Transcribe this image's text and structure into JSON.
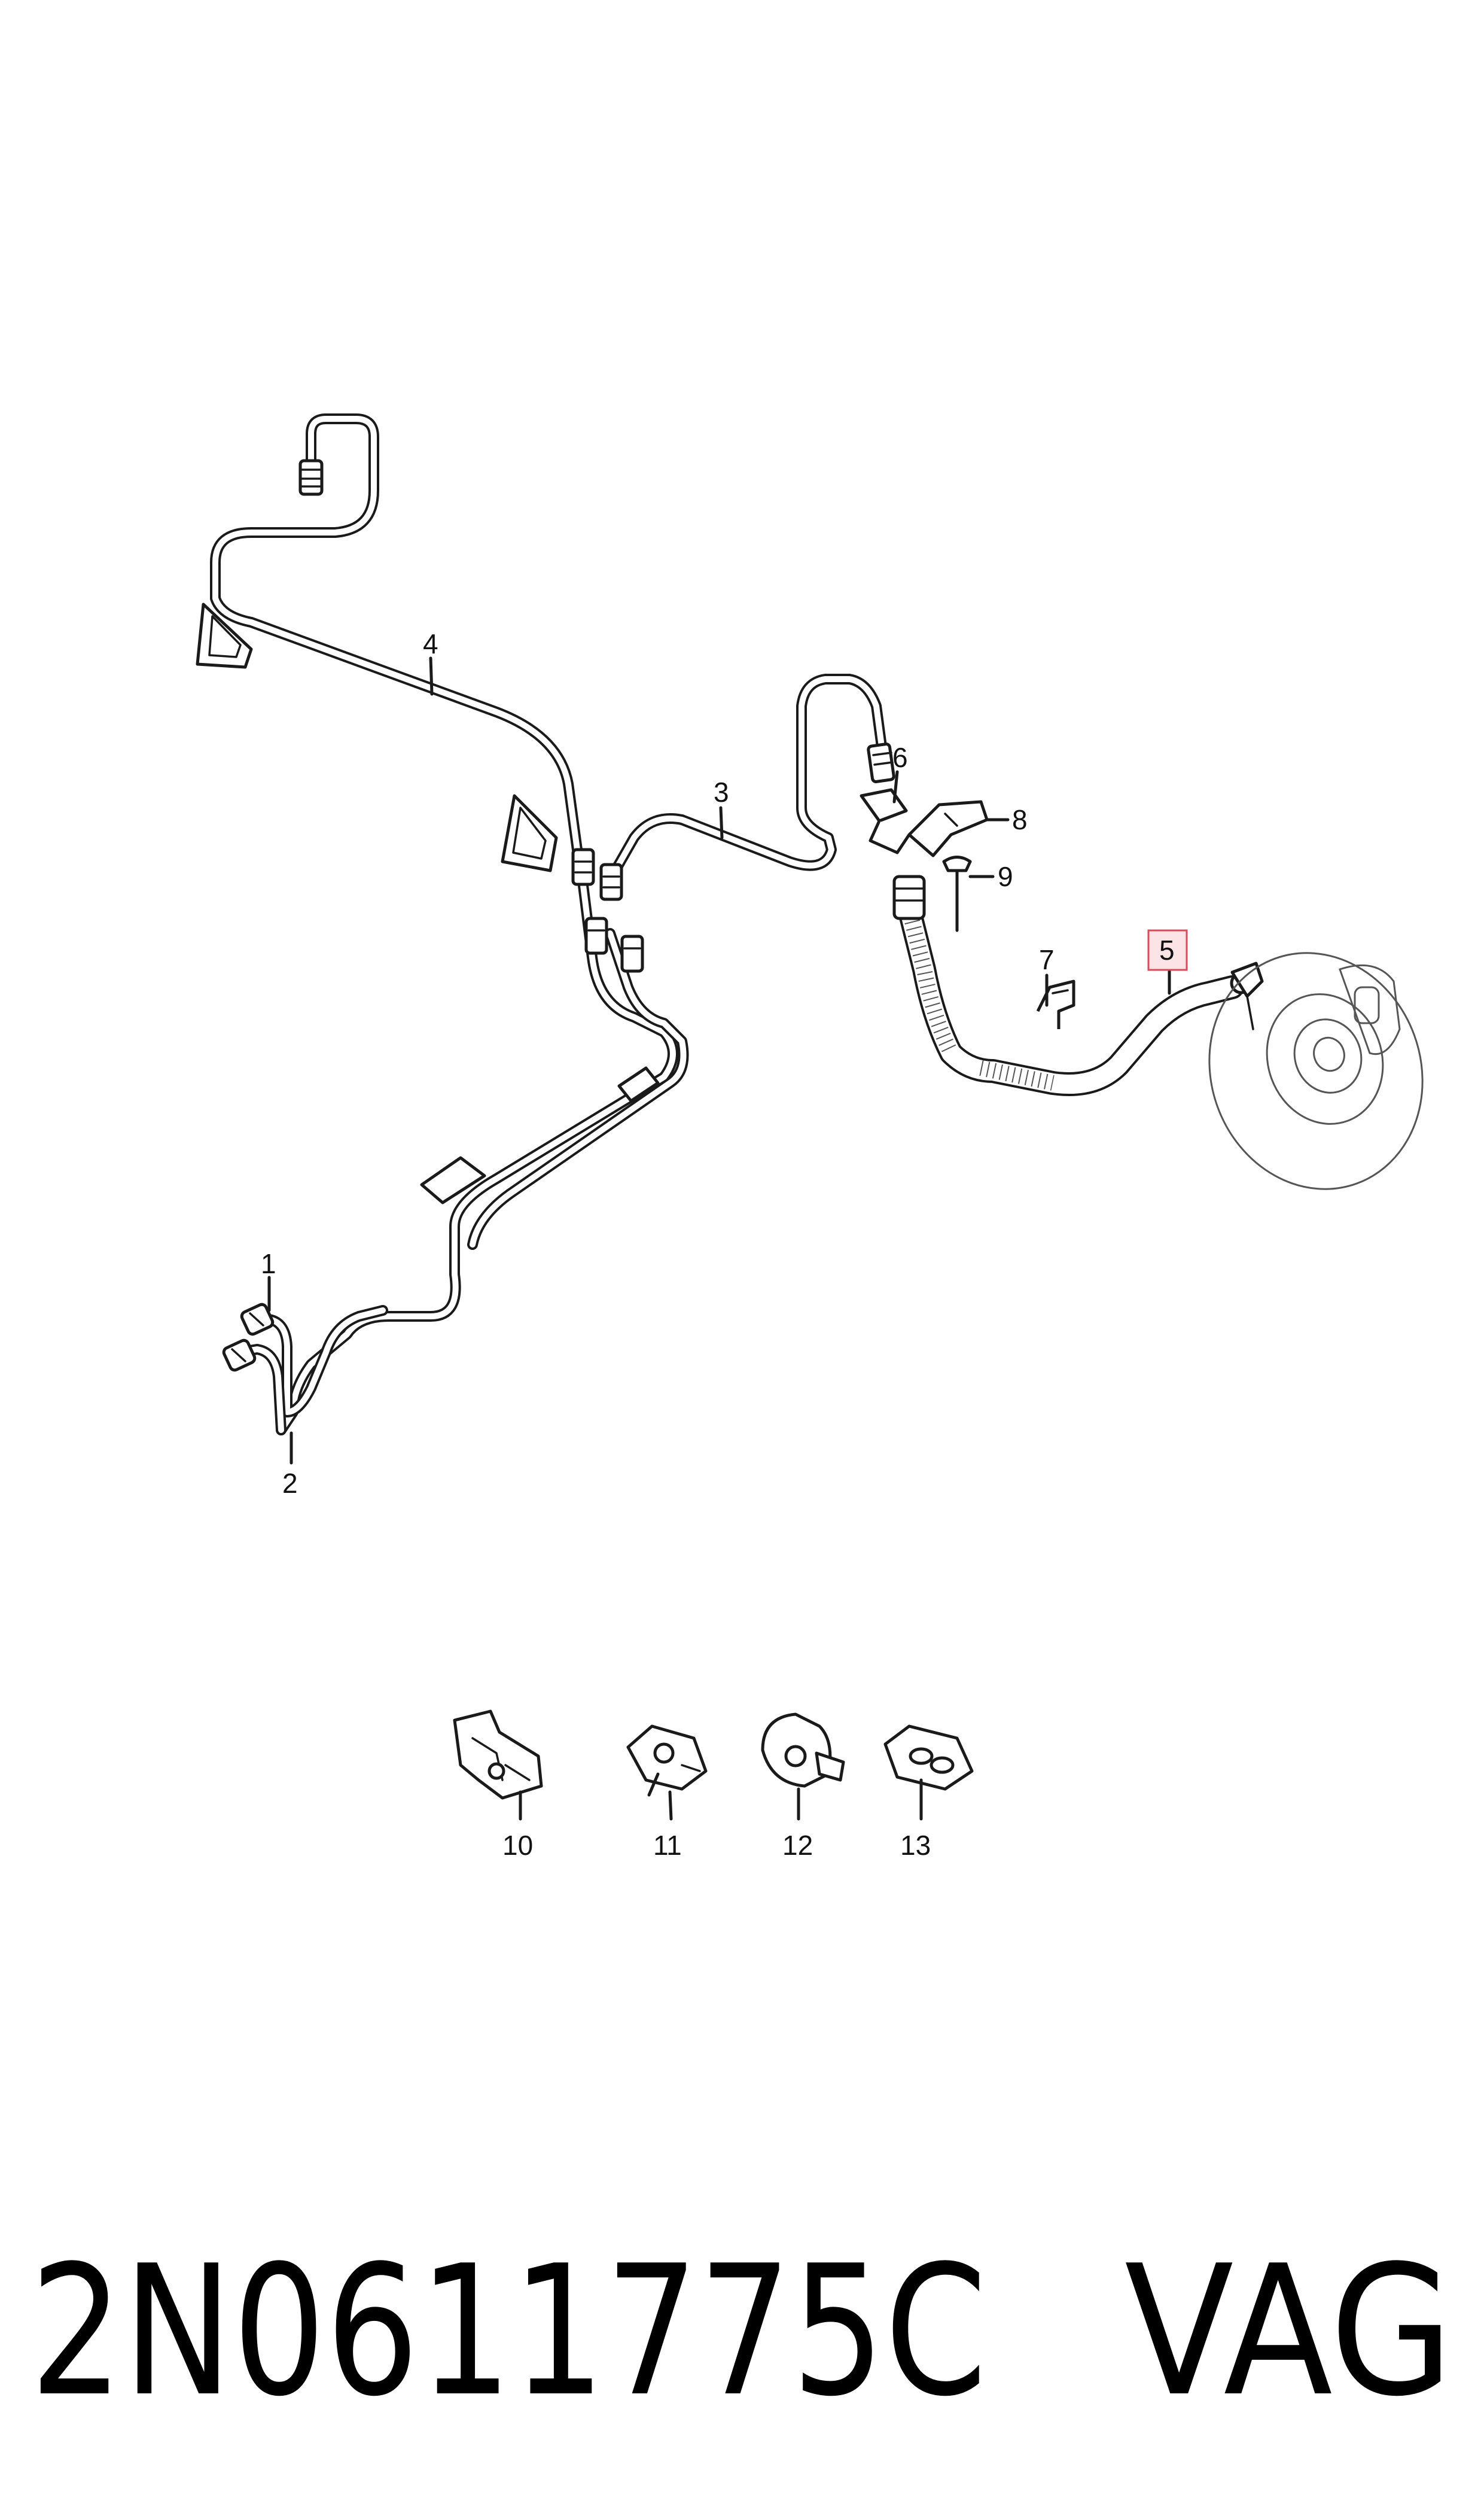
{
  "diagram": {
    "callouts": [
      "1",
      "2",
      "3",
      "4",
      "5",
      "6",
      "7",
      "8",
      "9",
      "10",
      "11",
      "12",
      "13"
    ],
    "highlighted_callout": "5",
    "highlight_color": "#d94a5a",
    "highlight_fill": "#fbe3e6"
  },
  "footer": {
    "part_number": "2N0611775C",
    "brand": "VAG"
  }
}
